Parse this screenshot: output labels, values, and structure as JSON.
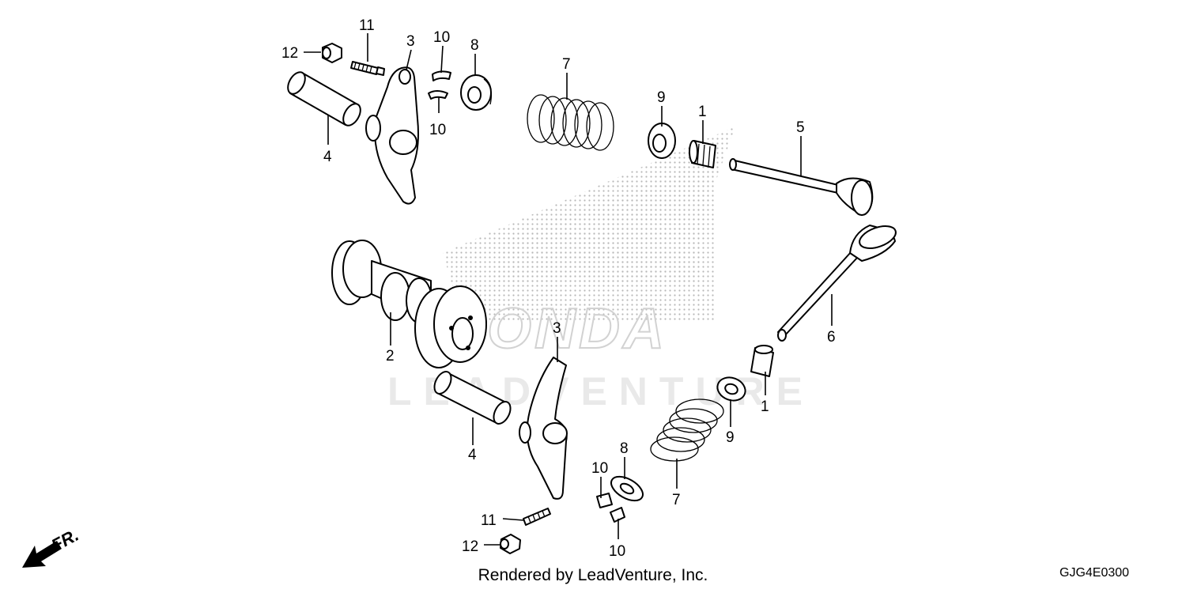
{
  "watermark": {
    "text": "LEADVENTURE",
    "brand": "HONDA"
  },
  "callouts": {
    "c12a": "12",
    "c11a": "11",
    "c3a": "3",
    "c10a": "10",
    "c8a": "8",
    "c10b": "10",
    "c4a": "4",
    "c7a": "7",
    "c9a": "9",
    "c1a": "1",
    "c5": "5",
    "c2": "2",
    "c6": "6",
    "c3b": "3",
    "c1b": "1",
    "c9b": "9",
    "c4b": "4",
    "c8b": "8",
    "c10c": "10",
    "c7b": "7",
    "c11b": "11",
    "c12b": "12",
    "c10d": "10"
  },
  "direction_label": "FR.",
  "footer": "Rendered by LeadVenture, Inc.",
  "diagram_code": "GJG4E0300",
  "colors": {
    "line": "#000000",
    "watermark": "#d2d2d2"
  }
}
